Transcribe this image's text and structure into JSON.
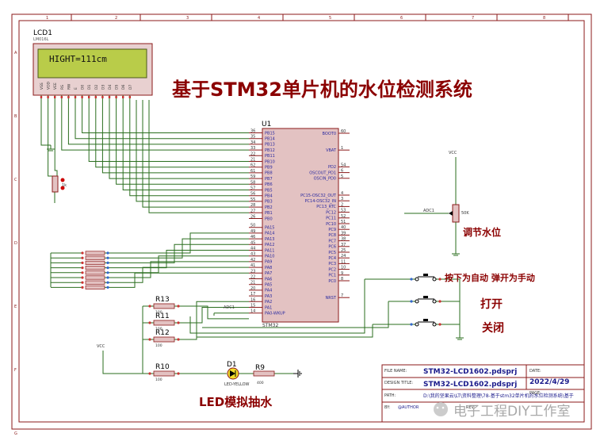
{
  "frame": {
    "top_ticks": [
      "1",
      "2",
      "3",
      "4",
      "5",
      "6",
      "7",
      "8"
    ],
    "left_ticks": [
      "A",
      "B",
      "C",
      "D",
      "E",
      "F",
      "G"
    ]
  },
  "title": "基于STM32单片机的水位检测系统",
  "lcd": {
    "ref": "LCD1",
    "model": "LM016L",
    "display_text": "HIGHT=111cm",
    "pins": [
      "VSS",
      "VDD",
      "VEE",
      "RS",
      "RW",
      "E",
      "D0",
      "D1",
      "D2",
      "D3",
      "D4",
      "D5",
      "D6",
      "D7"
    ]
  },
  "mcu": {
    "ref": "U1",
    "part": "STM32",
    "left_pins": [
      {
        "num": "36",
        "name": "PB15"
      },
      {
        "num": "35",
        "name": "PB14"
      },
      {
        "num": "34",
        "name": "PB13"
      },
      {
        "num": "33",
        "name": "PB12"
      },
      {
        "num": "22",
        "name": "PB11"
      },
      {
        "num": "21",
        "name": "PB10"
      },
      {
        "num": "62",
        "name": "PB9"
      },
      {
        "num": "61",
        "name": "PB8"
      },
      {
        "num": "59",
        "name": "PB7"
      },
      {
        "num": "58",
        "name": "PB6"
      },
      {
        "num": "57",
        "name": "PB5"
      },
      {
        "num": "56",
        "name": "PB4"
      },
      {
        "num": "55",
        "name": "PB3"
      },
      {
        "num": "28",
        "name": "PB2"
      },
      {
        "num": "27",
        "name": "PB1"
      },
      {
        "num": "26",
        "name": "PB0"
      },
      {
        "num": "50",
        "name": "PA15"
      },
      {
        "num": "49",
        "name": "PA14"
      },
      {
        "num": "46",
        "name": "PA13"
      },
      {
        "num": "45",
        "name": "PA12"
      },
      {
        "num": "44",
        "name": "PA11"
      },
      {
        "num": "43",
        "name": "PA10"
      },
      {
        "num": "42",
        "name": "PA9"
      },
      {
        "num": "41",
        "name": "PA8"
      },
      {
        "num": "23",
        "name": "PA7"
      },
      {
        "num": "22",
        "name": "PA6"
      },
      {
        "num": "21",
        "name": "PA5"
      },
      {
        "num": "20",
        "name": "PA4"
      },
      {
        "num": "17",
        "name": "PA3"
      },
      {
        "num": "16",
        "name": "PA2"
      },
      {
        "num": "15",
        "name": "PA1"
      },
      {
        "num": "14",
        "name": "PA0-WKUP"
      }
    ],
    "right_pins": [
      {
        "num": "60",
        "name": "BOOT0",
        "gap": 0
      },
      {
        "num": "1",
        "name": "VBAT",
        "gap": 1
      },
      {
        "num": "54",
        "name": "PD2",
        "gap": 1
      },
      {
        "num": "6",
        "name": "OSCOUT_PD1",
        "gap": 0
      },
      {
        "num": "5",
        "name": "OSCIN_PD0",
        "gap": 0
      },
      {
        "num": "4",
        "name": "PC15-OSC32_OUT",
        "gap": 1
      },
      {
        "num": "3",
        "name": "PC14-OSC32_IN",
        "gap": 0
      },
      {
        "num": "2",
        "name": "PC13_RTC",
        "gap": 0
      },
      {
        "num": "53",
        "name": "PC12",
        "gap": 0
      },
      {
        "num": "52",
        "name": "PC11",
        "gap": 0
      },
      {
        "num": "51",
        "name": "PC10",
        "gap": 0
      },
      {
        "num": "40",
        "name": "PC9",
        "gap": 0
      },
      {
        "num": "39",
        "name": "PC8",
        "gap": 0
      },
      {
        "num": "38",
        "name": "PC7",
        "gap": 0
      },
      {
        "num": "37",
        "name": "PC6",
        "gap": 0
      },
      {
        "num": "25",
        "name": "PC5",
        "gap": 0
      },
      {
        "num": "24",
        "name": "PC4",
        "gap": 0
      },
      {
        "num": "11",
        "name": "PC3",
        "gap": 0
      },
      {
        "num": "10",
        "name": "PC2",
        "gap": 0
      },
      {
        "num": "9",
        "name": "PC1",
        "gap": 0
      },
      {
        "num": "8",
        "name": "PC0",
        "gap": 0
      },
      {
        "num": "7",
        "name": "NRST",
        "gap": 1
      }
    ]
  },
  "labels": {
    "vcc": "VCC",
    "adc1": "ADC1",
    "pot_small": "1k",
    "pot_value": "50K",
    "pot_caption": "调节水位",
    "sw1_caption": "按下为自动 弹开为手动",
    "sw2_caption": "打开",
    "sw3_caption": "关闭",
    "led_caption": "LED模拟抽水"
  },
  "resistors": [
    {
      "ref": "R13",
      "value": "100"
    },
    {
      "ref": "R11",
      "value": "100"
    },
    {
      "ref": "R12",
      "value": "100"
    },
    {
      "ref": "R10",
      "value": "100"
    },
    {
      "ref": "R9",
      "value": "400"
    }
  ],
  "led": {
    "ref": "D1",
    "part": "LED-YELLOW"
  },
  "titleblock": {
    "file_label": "FILE NAME:",
    "file_value": "STM32-LCD1602.pdsprj",
    "design_label": "DESIGN TITLE:",
    "design_value": "STM32-LCD1602.pdsprj",
    "path_label": "PATH:",
    "path_value": "D:\\我的坚果云\\LT\\资料整理\\78-基于stm32单片机的水位检测系统\\基于",
    "by_label": "BY:",
    "by_value": "@AUTHOR",
    "rev_label": "REV:",
    "date_label": "DATE:",
    "date_value": "2022/4/29",
    "page_label": "PAGE:"
  },
  "watermark": "电子工程DIY工作室",
  "colors": {
    "wire": "#2a6e1e",
    "part": "#8b1a1a",
    "body": "#e3c2c2",
    "lcd_screen": "#b9cc49",
    "title": "#8b0000",
    "pin_text": "#2a2aa0",
    "caption": "#8b0000"
  }
}
